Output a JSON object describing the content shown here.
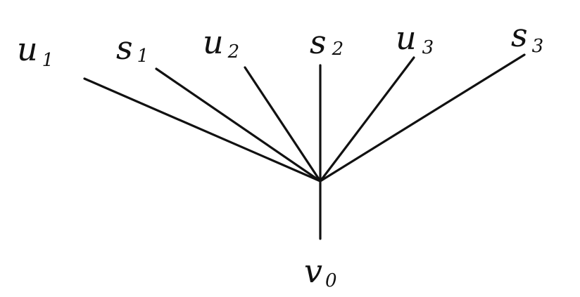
{
  "diagram": {
    "type": "star-graph",
    "stroke_color": "#111111",
    "background": "#ffffff",
    "hub": {
      "main": "v",
      "sub": "0"
    },
    "leaves": [
      {
        "id": "u1",
        "main": "u",
        "sub": "1"
      },
      {
        "id": "s1",
        "main": "s",
        "sub": "1"
      },
      {
        "id": "u2",
        "main": "u",
        "sub": "2"
      },
      {
        "id": "s2",
        "main": "s",
        "sub": "2"
      },
      {
        "id": "u3",
        "main": "u",
        "sub": "3"
      },
      {
        "id": "s3",
        "main": "s",
        "sub": "3"
      }
    ],
    "edges": [
      {
        "from": "u1",
        "to": "hub"
      },
      {
        "from": "s1",
        "to": "hub"
      },
      {
        "from": "u2",
        "to": "hub"
      },
      {
        "from": "s2",
        "to": "hub"
      },
      {
        "from": "u3",
        "to": "hub"
      },
      {
        "from": "s3",
        "to": "hub"
      },
      {
        "from": "hub",
        "to": "v0"
      }
    ]
  }
}
